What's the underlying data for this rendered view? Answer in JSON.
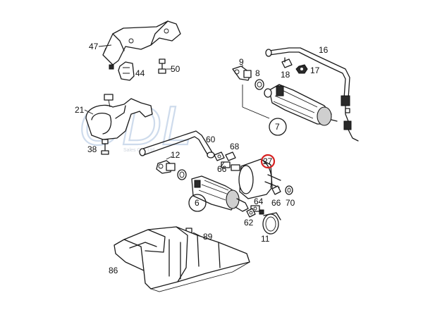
{
  "watermark": {
    "brand": "ODL",
    "text": "Sales Co., Ltd."
  },
  "callouts": {
    "p47": "47",
    "p44": "44",
    "p50": "50",
    "p9": "9",
    "p8": "8",
    "p16": "16",
    "p18": "18",
    "p17": "17",
    "p21": "21",
    "p7": "7",
    "p38": "38",
    "p60": "60",
    "p12": "12",
    "p68": "68",
    "p66a": "66",
    "p27": "27",
    "p6": "6",
    "p64": "64",
    "p66b": "66",
    "p70": "70",
    "p62": "62",
    "p11": "11",
    "p89": "89",
    "p86": "86"
  },
  "highlight_color": "#d62020"
}
